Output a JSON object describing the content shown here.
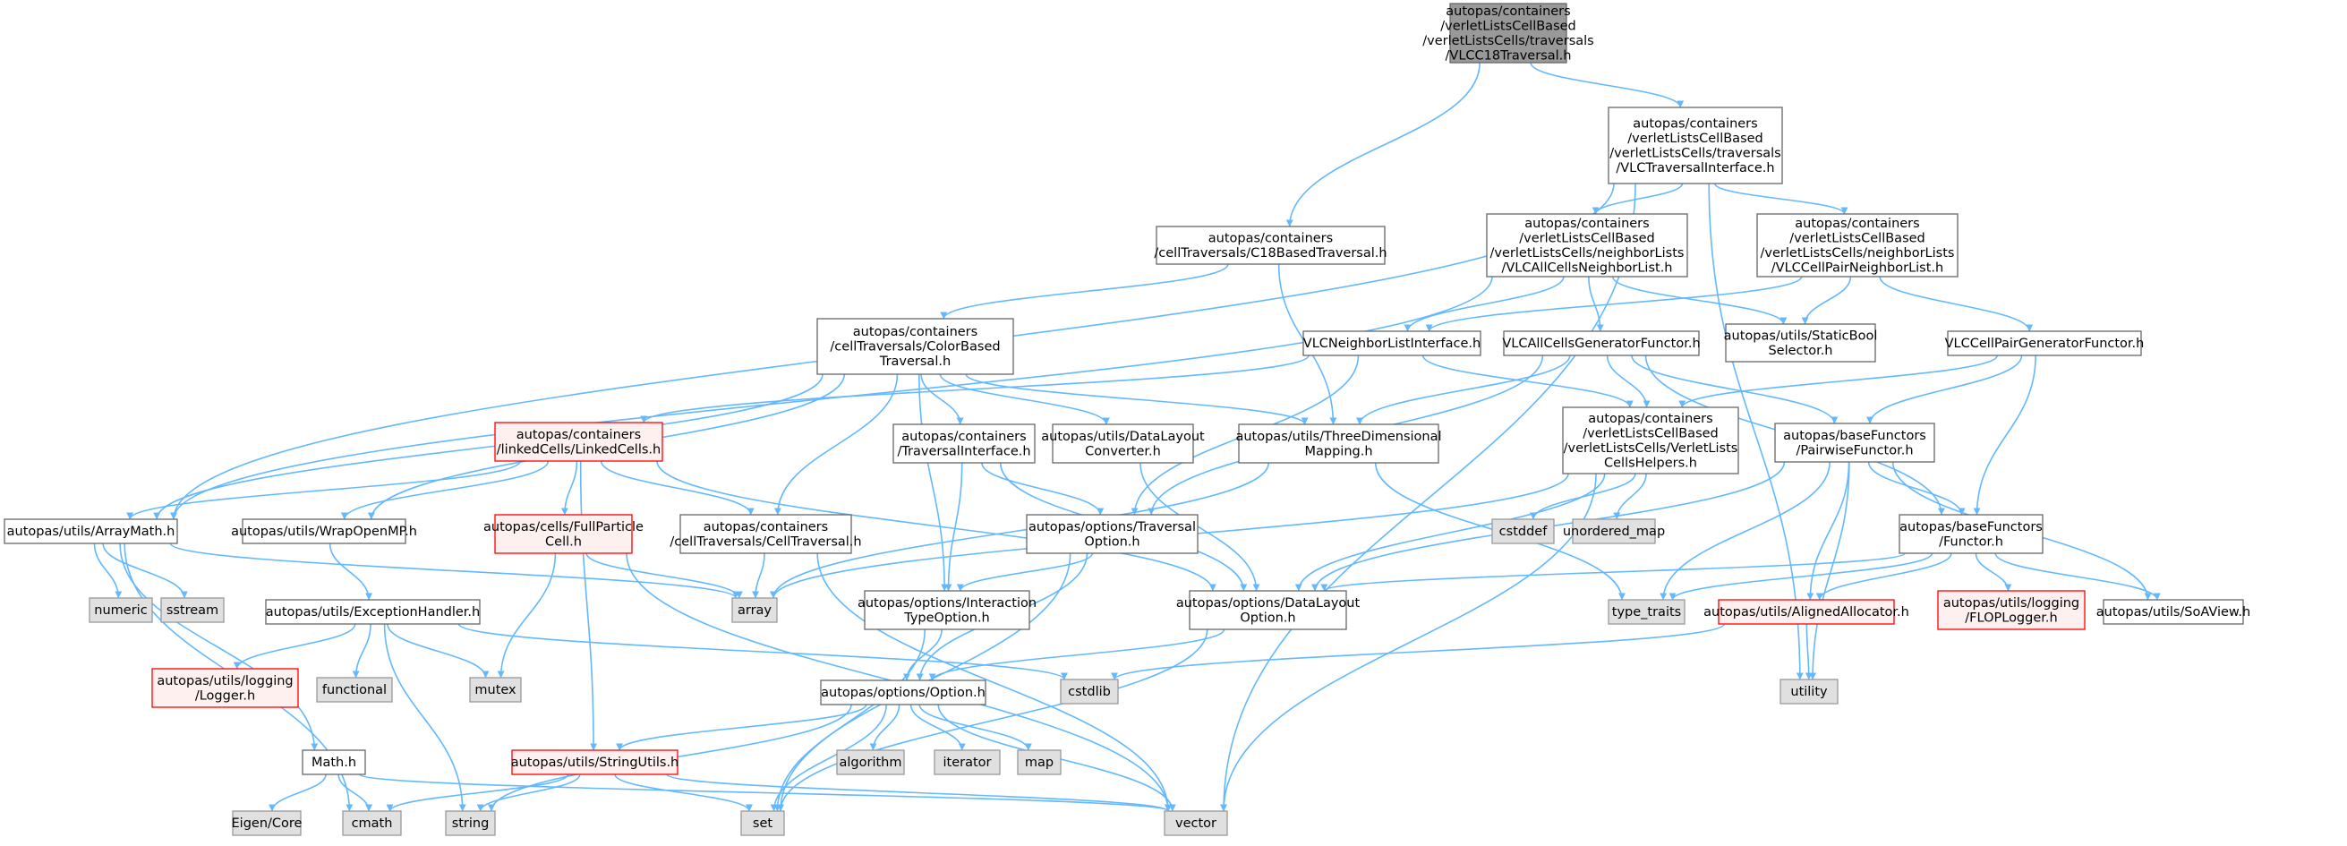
{
  "colors": {
    "edge": "#63b8ff",
    "root_fill": "#999999",
    "root_stroke": "#666666",
    "node_fill": "#ffffff",
    "node_stroke": "#666666",
    "system_fill": "#e0e0e0",
    "system_stroke": "#999999",
    "truncated_fill": "#fff0f0",
    "truncated_stroke": "#ff0000"
  },
  "nodes": [
    {
      "id": "root",
      "kind": "root",
      "lines": [
        "autopas/containers",
        "/verletListsCellBased",
        "/verletListsCells/traversals",
        "/VLCC18Traversal.h"
      ]
    },
    {
      "id": "vlcti",
      "kind": "normal",
      "lines": [
        "autopas/containers",
        "/verletListsCellBased",
        "/verletListsCells/traversals",
        "/VLCTraversalInterface.h"
      ]
    },
    {
      "id": "c18",
      "kind": "normal",
      "lines": [
        "autopas/containers",
        "/cellTraversals/C18BasedTraversal.h"
      ]
    },
    {
      "id": "vlcall",
      "kind": "normal",
      "lines": [
        "autopas/containers",
        "/verletListsCellBased",
        "/verletListsCells/neighborLists",
        "/VLCAllCellsNeighborList.h"
      ]
    },
    {
      "id": "vlcpair",
      "kind": "normal",
      "lines": [
        "autopas/containers",
        "/verletListsCellBased",
        "/verletListsCells/neighborLists",
        "/VLCCellPairNeighborList.h"
      ]
    },
    {
      "id": "colorbased",
      "kind": "normal",
      "lines": [
        "autopas/containers",
        "/cellTraversals/ColorBased",
        "Traversal.h"
      ]
    },
    {
      "id": "vlcnli",
      "kind": "normal",
      "lines": [
        "VLCNeighborListInterface.h"
      ]
    },
    {
      "id": "vlcallgen",
      "kind": "normal",
      "lines": [
        "VLCAllCellsGeneratorFunctor.h"
      ]
    },
    {
      "id": "staticbool",
      "kind": "normal",
      "lines": [
        "autopas/utils/StaticBool",
        "Selector.h"
      ]
    },
    {
      "id": "vlcpairgen",
      "kind": "normal",
      "lines": [
        "VLCCellPairGeneratorFunctor.h"
      ]
    },
    {
      "id": "linkedcells",
      "kind": "truncated",
      "lines": [
        "autopas/containers",
        "/linkedCells/LinkedCells.h"
      ]
    },
    {
      "id": "traversalif",
      "kind": "normal",
      "lines": [
        "autopas/containers",
        "/TraversalInterface.h"
      ]
    },
    {
      "id": "dlconv",
      "kind": "normal",
      "lines": [
        "autopas/utils/DataLayout",
        "Converter.h"
      ]
    },
    {
      "id": "threedim",
      "kind": "normal",
      "lines": [
        "autopas/utils/ThreeDimensional",
        "Mapping.h"
      ]
    },
    {
      "id": "vlchelpers",
      "kind": "normal",
      "lines": [
        "autopas/containers",
        "/verletListsCellBased",
        "/verletListsCells/VerletLists",
        "CellsHelpers.h"
      ]
    },
    {
      "id": "pairwise",
      "kind": "normal",
      "lines": [
        "autopas/baseFunctors",
        "/PairwiseFunctor.h"
      ]
    },
    {
      "id": "arraymath",
      "kind": "normal",
      "lines": [
        "autopas/utils/ArrayMath.h"
      ]
    },
    {
      "id": "wrapomp",
      "kind": "normal",
      "lines": [
        "autopas/utils/WrapOpenMP.h"
      ]
    },
    {
      "id": "fullparticle",
      "kind": "truncated",
      "lines": [
        "autopas/cells/FullParticle",
        "Cell.h"
      ]
    },
    {
      "id": "celltrav",
      "kind": "normal",
      "lines": [
        "autopas/containers",
        "/cellTraversals/CellTraversal.h"
      ]
    },
    {
      "id": "travopt",
      "kind": "normal",
      "lines": [
        "autopas/options/Traversal",
        "Option.h"
      ]
    },
    {
      "id": "functor",
      "kind": "normal",
      "lines": [
        "autopas/baseFunctors",
        "/Functor.h"
      ]
    },
    {
      "id": "cstddef",
      "kind": "system",
      "lines": [
        "cstddef"
      ]
    },
    {
      "id": "unordered_map",
      "kind": "system",
      "lines": [
        "unordered_map"
      ]
    },
    {
      "id": "numeric",
      "kind": "system",
      "lines": [
        "numeric"
      ]
    },
    {
      "id": "sstream",
      "kind": "system",
      "lines": [
        "sstream"
      ]
    },
    {
      "id": "exception",
      "kind": "normal",
      "lines": [
        "autopas/utils/ExceptionHandler.h"
      ]
    },
    {
      "id": "array",
      "kind": "system",
      "lines": [
        "array"
      ]
    },
    {
      "id": "interopt",
      "kind": "normal",
      "lines": [
        "autopas/options/Interaction",
        "TypeOption.h"
      ]
    },
    {
      "id": "dlopt",
      "kind": "normal",
      "lines": [
        "autopas/options/DataLayout",
        "Option.h"
      ]
    },
    {
      "id": "type_traits",
      "kind": "system",
      "lines": [
        "type_traits"
      ]
    },
    {
      "id": "aligned",
      "kind": "truncated",
      "lines": [
        "autopas/utils/AlignedAllocator.h"
      ]
    },
    {
      "id": "floplogger",
      "kind": "truncated",
      "lines": [
        "autopas/utils/logging",
        "/FLOPLogger.h"
      ]
    },
    {
      "id": "soaview",
      "kind": "normal",
      "lines": [
        "autopas/utils/SoAView.h"
      ]
    },
    {
      "id": "logger",
      "kind": "truncated",
      "lines": [
        "autopas/utils/logging",
        "/Logger.h"
      ]
    },
    {
      "id": "functional",
      "kind": "system",
      "lines": [
        "functional"
      ]
    },
    {
      "id": "mutex",
      "kind": "system",
      "lines": [
        "mutex"
      ]
    },
    {
      "id": "cstdlib",
      "kind": "system",
      "lines": [
        "cstdlib"
      ]
    },
    {
      "id": "utility",
      "kind": "system",
      "lines": [
        "utility"
      ]
    },
    {
      "id": "option",
      "kind": "normal",
      "lines": [
        "autopas/options/Option.h"
      ]
    },
    {
      "id": "stringutils",
      "kind": "truncated",
      "lines": [
        "autopas/utils/StringUtils.h"
      ]
    },
    {
      "id": "algorithm",
      "kind": "system",
      "lines": [
        "algorithm"
      ]
    },
    {
      "id": "iterator",
      "kind": "system",
      "lines": [
        "iterator"
      ]
    },
    {
      "id": "map",
      "kind": "system",
      "lines": [
        "map"
      ]
    },
    {
      "id": "math",
      "kind": "normal",
      "lines": [
        "Math.h"
      ]
    },
    {
      "id": "eigen",
      "kind": "system",
      "lines": [
        "Eigen/Core"
      ]
    },
    {
      "id": "cmath",
      "kind": "system",
      "lines": [
        "cmath"
      ]
    },
    {
      "id": "string",
      "kind": "system",
      "lines": [
        "string"
      ]
    },
    {
      "id": "set",
      "kind": "system",
      "lines": [
        "set"
      ]
    },
    {
      "id": "vector",
      "kind": "system",
      "lines": [
        "vector"
      ]
    }
  ],
  "edges": [
    [
      "root",
      "vlcti"
    ],
    [
      "root",
      "c18"
    ],
    [
      "vlcti",
      "vlcall"
    ],
    [
      "vlcti",
      "vlcpair"
    ],
    [
      "vlcti",
      "arraymath"
    ],
    [
      "vlcti",
      "utility"
    ],
    [
      "vlcti",
      "vector"
    ],
    [
      "c18",
      "colorbased"
    ],
    [
      "c18",
      "threedim"
    ],
    [
      "vlcall",
      "vlcnli"
    ],
    [
      "vlcall",
      "vlcallgen"
    ],
    [
      "vlcall",
      "staticbool"
    ],
    [
      "vlcall",
      "arraymath"
    ],
    [
      "vlcpair",
      "vlcnli"
    ],
    [
      "vlcpair",
      "vlcpairgen"
    ],
    [
      "vlcpair",
      "staticbool"
    ],
    [
      "colorbased",
      "traversalif"
    ],
    [
      "colorbased",
      "dlconv"
    ],
    [
      "colorbased",
      "threedim"
    ],
    [
      "colorbased",
      "celltrav"
    ],
    [
      "colorbased",
      "arraymath"
    ],
    [
      "colorbased",
      "wrapomp"
    ],
    [
      "colorbased",
      "interopt"
    ],
    [
      "vlcnli",
      "linkedcells"
    ],
    [
      "vlcnli",
      "vlchelpers"
    ],
    [
      "vlcnli",
      "travopt"
    ],
    [
      "vlcallgen",
      "vlchelpers"
    ],
    [
      "vlcallgen",
      "pairwise"
    ],
    [
      "vlcallgen",
      "threedim"
    ],
    [
      "vlcallgen",
      "travopt"
    ],
    [
      "vlcallgen",
      "functor"
    ],
    [
      "vlcpairgen",
      "vlchelpers"
    ],
    [
      "vlcpairgen",
      "pairwise"
    ],
    [
      "vlcpairgen",
      "functor"
    ],
    [
      "linkedcells",
      "fullparticle"
    ],
    [
      "linkedcells",
      "celltrav"
    ],
    [
      "linkedcells",
      "arraymath"
    ],
    [
      "linkedcells",
      "wrapomp"
    ],
    [
      "linkedcells",
      "dlopt"
    ],
    [
      "linkedcells",
      "stringutils"
    ],
    [
      "traversalif",
      "travopt"
    ],
    [
      "traversalif",
      "dlopt"
    ],
    [
      "traversalif",
      "interopt"
    ],
    [
      "dlconv",
      "dlopt"
    ],
    [
      "threedim",
      "array"
    ],
    [
      "threedim",
      "type_traits"
    ],
    [
      "vlchelpers",
      "cstddef"
    ],
    [
      "vlchelpers",
      "unordered_map"
    ],
    [
      "vlchelpers",
      "array"
    ],
    [
      "vlchelpers",
      "dlopt"
    ],
    [
      "vlchelpers",
      "vector"
    ],
    [
      "pairwise",
      "functor"
    ],
    [
      "pairwise",
      "aligned"
    ],
    [
      "pairwise",
      "soaview"
    ],
    [
      "pairwise",
      "type_traits"
    ],
    [
      "pairwise",
      "utility"
    ],
    [
      "pairwise",
      "dlopt"
    ],
    [
      "arraymath",
      "numeric"
    ],
    [
      "arraymath",
      "sstream"
    ],
    [
      "arraymath",
      "array"
    ],
    [
      "arraymath",
      "math"
    ],
    [
      "arraymath",
      "cmath"
    ],
    [
      "wrapomp",
      "exception"
    ],
    [
      "fullparticle",
      "array"
    ],
    [
      "fullparticle",
      "mutex"
    ],
    [
      "fullparticle",
      "vector"
    ],
    [
      "celltrav",
      "array"
    ],
    [
      "celltrav",
      "vector"
    ],
    [
      "travopt",
      "interopt"
    ],
    [
      "travopt",
      "option"
    ],
    [
      "travopt",
      "set"
    ],
    [
      "functor",
      "aligned"
    ],
    [
      "functor",
      "floplogger"
    ],
    [
      "functor",
      "soaview"
    ],
    [
      "functor",
      "type_traits"
    ],
    [
      "functor",
      "dlopt"
    ],
    [
      "exception",
      "logger"
    ],
    [
      "exception",
      "functional"
    ],
    [
      "exception",
      "mutex"
    ],
    [
      "exception",
      "cstdlib"
    ],
    [
      "exception",
      "string"
    ],
    [
      "interopt",
      "option"
    ],
    [
      "interopt",
      "set"
    ],
    [
      "dlopt",
      "option"
    ],
    [
      "dlopt",
      "set"
    ],
    [
      "aligned",
      "utility"
    ],
    [
      "aligned",
      "cstdlib"
    ],
    [
      "option",
      "stringutils"
    ],
    [
      "option",
      "algorithm"
    ],
    [
      "option",
      "iterator"
    ],
    [
      "option",
      "map"
    ],
    [
      "option",
      "set"
    ],
    [
      "option",
      "vector"
    ],
    [
      "option",
      "string"
    ],
    [
      "stringutils",
      "set"
    ],
    [
      "stringutils",
      "cmath"
    ],
    [
      "stringutils",
      "string"
    ],
    [
      "stringutils",
      "vector"
    ],
    [
      "math",
      "eigen"
    ],
    [
      "math",
      "cmath"
    ],
    [
      "math",
      "vector"
    ]
  ]
}
